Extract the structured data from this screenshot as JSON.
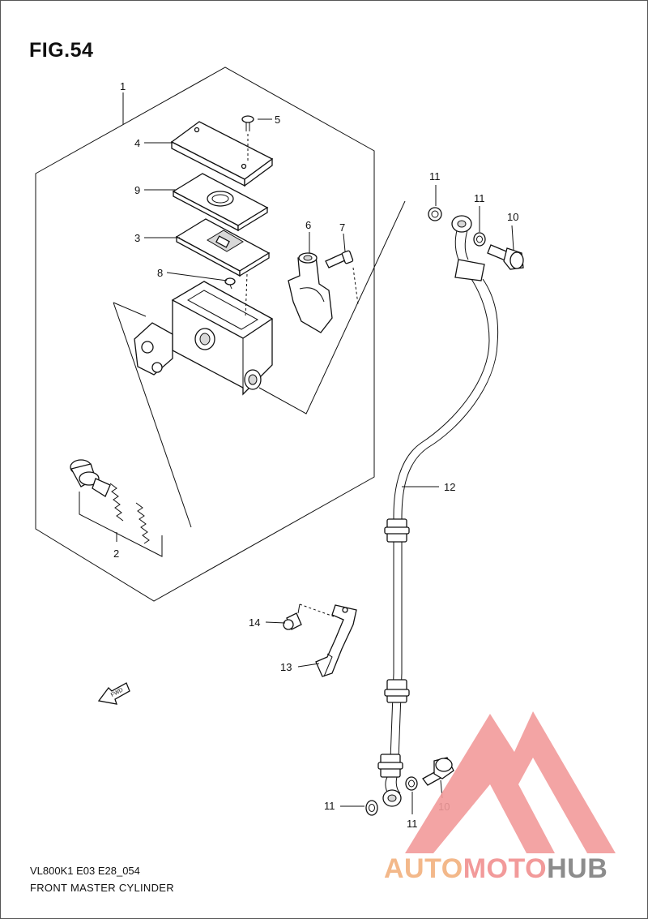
{
  "figure": {
    "title": "FIG.54",
    "code": "VL800K1 E03 E28_054",
    "name": "FRONT MASTER CYLINDER"
  },
  "callouts": {
    "c1": "1",
    "c2": "2",
    "c3": "3",
    "c4": "4",
    "c5": "5",
    "c6": "6",
    "c7": "7",
    "c8": "8",
    "c9": "9",
    "c10a": "10",
    "c10b": "10",
    "c11a": "11",
    "c11b": "11",
    "c11c": "11",
    "c11d": "11",
    "c12": "12",
    "c13": "13",
    "c14": "14"
  },
  "fwd_arrow": {
    "label": "FWD"
  },
  "watermark": {
    "part1": "AUTO",
    "part2": "MOTO",
    "part3": "HUB",
    "colors": {
      "auto": "#f3b88a",
      "moto": "#f29a9a",
      "hub": "#8c8c8c",
      "triangle": "#f29a9a"
    }
  }
}
